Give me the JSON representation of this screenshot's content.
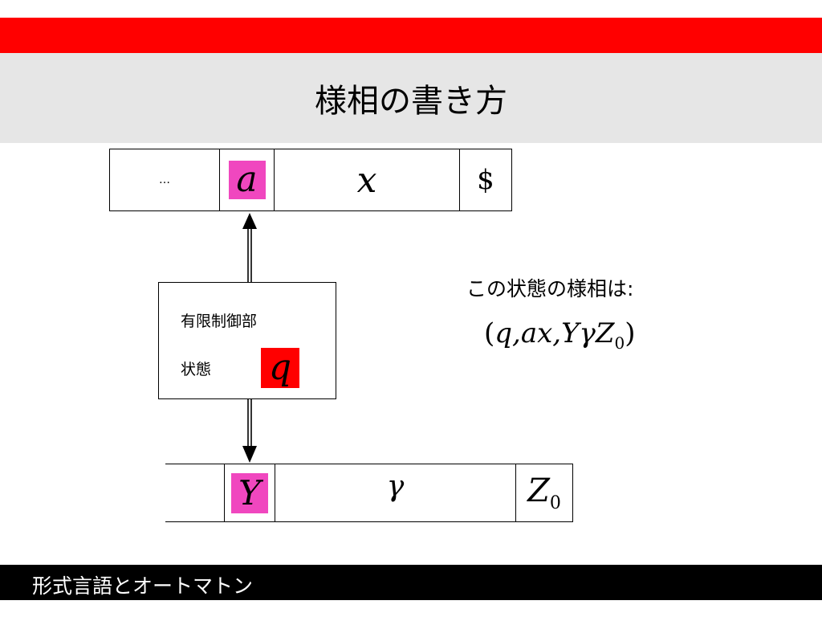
{
  "slide": {
    "title": "様相の書き方",
    "footer": "形式言語とオートマトン"
  },
  "tape": {
    "cells": [
      "…",
      "a",
      "x",
      "$"
    ],
    "highlight_color": "#f047bf"
  },
  "control_unit": {
    "label": "有限制御部",
    "state_label": "状態",
    "state_symbol": "q",
    "state_highlight_color": "#ff0000"
  },
  "stack": {
    "cells": [
      "",
      "Y",
      "γ",
      "Z"
    ],
    "bottom_subscript": "0",
    "highlight_color": "#f047bf"
  },
  "description": {
    "text": "この状態の様相は:",
    "configuration_open": "(",
    "configuration_body": "q,ax,YγZ",
    "configuration_subscript": "0",
    "configuration_close": ")"
  },
  "colors": {
    "accent_bar": "#ff0000",
    "title_band": "#e6e6e6",
    "footer_bg": "#000000"
  }
}
